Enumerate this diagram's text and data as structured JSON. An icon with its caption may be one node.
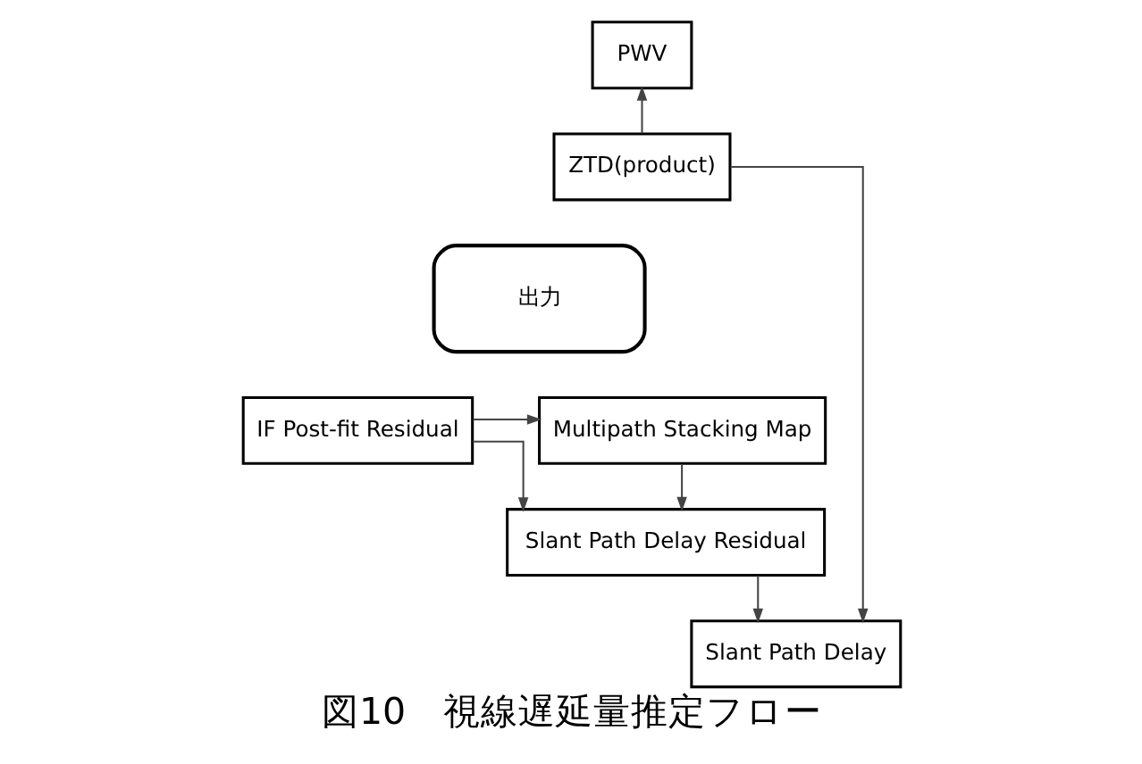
{
  "diagram": {
    "caption": "図10　視線遅延量推定フロー",
    "nodes": [
      {
        "text": [
          "PWV"
        ]
      },
      {
        "text": [
          "ZTD(product)"
        ]
      },
      {
        "text": [
          "出力"
        ]
      },
      {
        "text": [
          "IF Post-fit Residual"
        ]
      },
      {
        "text": [
          "Multipath Stacking Map"
        ]
      },
      {
        "text": [
          "Slant Path Delay Residual"
        ]
      },
      {
        "text": [
          "Slant Path Delay"
        ]
      }
    ],
    "edges": [
      {
        "from": 1,
        "to": 0,
        "arrow": "to"
      },
      {
        "from": 3,
        "to": 4,
        "arrow": "to"
      },
      {
        "from": 3,
        "to": 5,
        "arrow": "to"
      },
      {
        "from": 4,
        "to": 5,
        "arrow": "to"
      },
      {
        "from": 5,
        "to": 6,
        "arrow": "to"
      },
      {
        "from": 1,
        "to": 6,
        "arrow": "to"
      }
    ]
  }
}
